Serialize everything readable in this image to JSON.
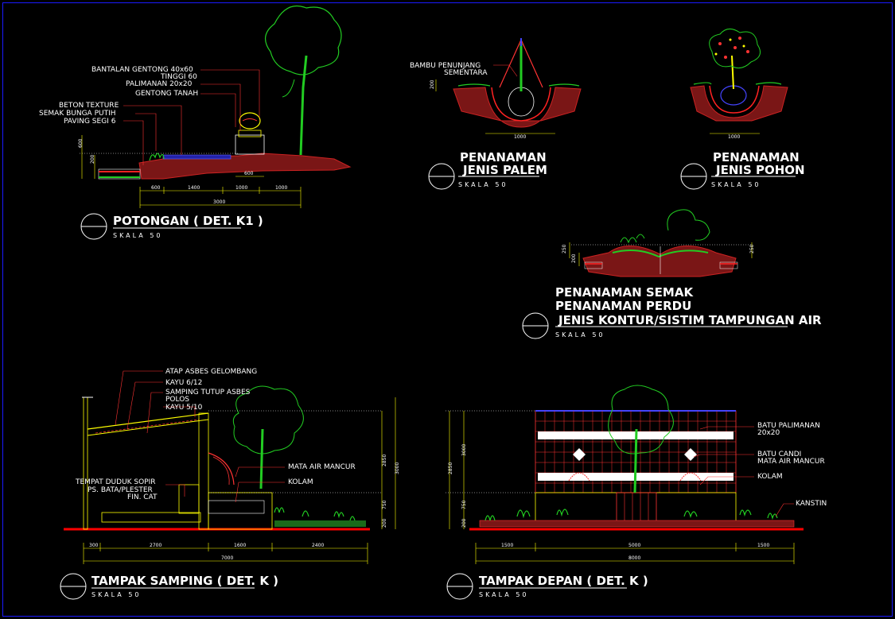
{
  "colors": {
    "background": "#000000",
    "frame": "#1a1aff",
    "soil": "#8b1a1a",
    "plant": "#22cc22",
    "structure": "#ffff00",
    "water": "#4444ff",
    "leader": "#ff3333",
    "ground": "#ff0000"
  },
  "k1": {
    "labels": [
      "BANTALAN GENTONG 40x60",
      "TINGGI 60",
      "PALIMANAN 20x20",
      "GENTONG TANAH",
      "BETON TEXTURE",
      "SEMAK BUNGA PUTIH",
      "PAVING SEGI 6"
    ],
    "dims_bottom": [
      "600",
      "1400",
      "1000",
      "1000"
    ],
    "dim_total": "3000",
    "dim_pot": "600",
    "dims_left": [
      "600",
      "200"
    ],
    "title": "POTONGAN ( DET. K1 )",
    "scale": "SKALA 50"
  },
  "palem": {
    "labels": [
      "BAMBU PENUNJANG",
      "SEMENTARA"
    ],
    "dim_left": "200",
    "dim_bottom": "1000",
    "title_1": "PENANAMAN",
    "title_2": "JENIS PALEM",
    "scale": "SKALA 50"
  },
  "pohon": {
    "dim_bottom": "1000",
    "title_1": "PENANAMAN",
    "title_2": "JENIS POHON",
    "scale": "SKALA 50"
  },
  "semak": {
    "dims": [
      "250",
      "200",
      "250"
    ],
    "title_1": "PENANAMAN SEMAK",
    "title_2": "PENANAMAN PERDU",
    "title_3": "JENIS KONTUR/SISTIM TAMPUNGAN AIR",
    "scale": "SKALA 50"
  },
  "samping": {
    "labels": [
      "ATAP ASBES GELOMBANG",
      "KAYU 6/12",
      "SAMPING TUTUP ASBES",
      "POLOS",
      "KAYU 5/10",
      "TEMPAT DUDUK SOPIR",
      "PS. BATA/PLESTER",
      "FIN. CAT",
      "MATA AIR MANCUR",
      "KOLAM"
    ],
    "dims_right": [
      "2850",
      "3000",
      "750",
      "200"
    ],
    "dims_bottom": [
      "300",
      "2700",
      "1600",
      "2400"
    ],
    "dim_total": "7000",
    "title": "TAMPAK SAMPING ( DET. K )",
    "scale": "SKALA 50"
  },
  "depan": {
    "labels": [
      "BATU PALIMANAN",
      "20x20",
      "BATU CANDI",
      "MATA AIR MANCUR",
      "KOLAM",
      "KANSTIN"
    ],
    "dims_left": [
      "2850",
      "3000",
      "750",
      "200"
    ],
    "dims_bottom": [
      "1500",
      "5000",
      "1500"
    ],
    "dim_total": "8000",
    "title": "TAMPAK DEPAN ( DET. K )",
    "scale": "SKALA 50"
  }
}
